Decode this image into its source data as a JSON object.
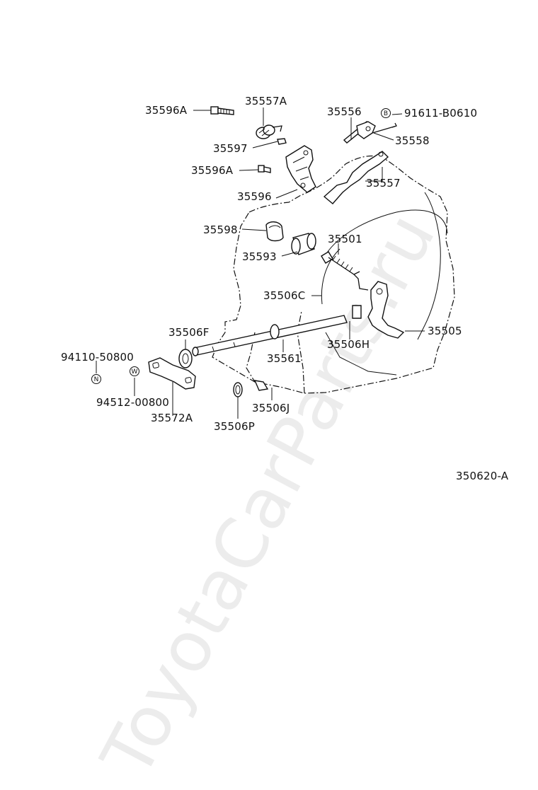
{
  "watermark": "ToyotaCarParts.ru",
  "diagram_id": "350620-A",
  "badges": {
    "n": "N",
    "w": "W",
    "b": "B"
  },
  "labels": {
    "p35596A_top": "35596A",
    "p35557A": "35557A",
    "p35597": "35597",
    "p35596A_mid": "35596A",
    "p35596": "35596",
    "p35556": "35556",
    "p91611": "91611-B0610",
    "p35558": "35558",
    "p35557": "35557",
    "p35598": "35598",
    "p35593": "35593",
    "p35501": "35501",
    "p35506C": "35506C",
    "p35505": "35505",
    "p35506F": "35506F",
    "p35506H": "35506H",
    "p35561": "35561",
    "p94110": "94110-50800",
    "p94512": "94512-00800",
    "p35572A": "35572A",
    "p35506J": "35506J",
    "p35506P": "35506P"
  }
}
